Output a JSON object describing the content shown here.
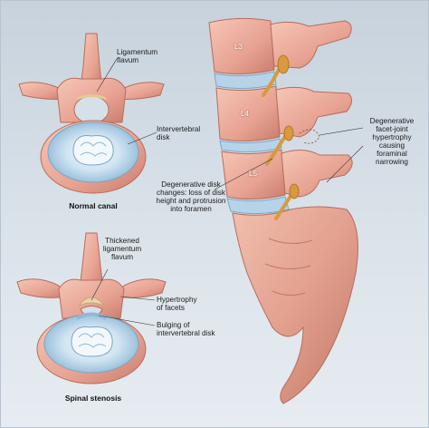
{
  "normal": {
    "caption": "Normal canal",
    "ligamentum_flavum": "Ligamentum\nflavum",
    "intervertebral_disk": "Intervertebral\ndisk"
  },
  "stenosis": {
    "caption": "Spinal stenosis",
    "thickened_ligamentum": "Thickened\nligamentum\nflavum",
    "hypertrophy_facets": "Hypertrophy\nof facets",
    "bulging_disk": "Bulging of\nintervertebral disk"
  },
  "spine": {
    "level_l3": "L3",
    "level_l4": "L4",
    "level_l5": "L5",
    "facet_label": "Degenerative\nfacet-joint\nhypertrophy\ncausing\nforaminal\nnarrowing",
    "disk_label": "Degenerative disk\nchanges: loss of disk\nheight and protrusion\ninto foramen"
  },
  "colors": {
    "bone": "#e8a999",
    "bone_dark": "#b86c5c",
    "disk_outer": "#9cc3dd",
    "disk_inner": "#eaf4fb",
    "ligament": "#ead3a9",
    "nerve": "#d89a3c",
    "background": "#d3dde6"
  }
}
